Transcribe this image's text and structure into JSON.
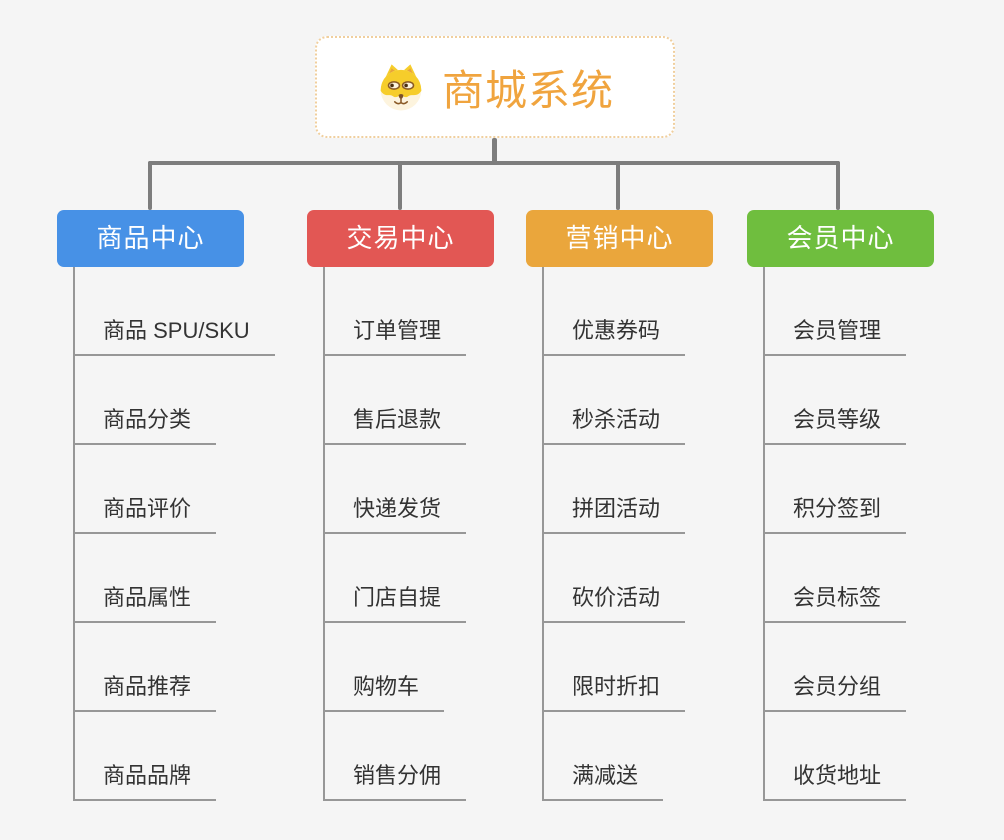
{
  "page": {
    "background": "#f5f5f5",
    "connector_color": "#7d7d7d",
    "child_line_color": "#979797",
    "child_text_color": "#333333"
  },
  "root": {
    "title": "商城系统",
    "icon": "dog-face-icon",
    "text_color": "#f0a43e",
    "border_color": "#f0cf9e",
    "background": "#ffffff"
  },
  "branches": [
    {
      "label": "商品中心",
      "color": "#4791e6",
      "text_color": "#ffffff",
      "children": [
        "商品 SPU/SKU",
        "商品分类",
        "商品评价",
        "商品属性",
        "商品推荐",
        "商品品牌"
      ]
    },
    {
      "label": "交易中心",
      "color": "#e25754",
      "text_color": "#ffffff",
      "children": [
        "订单管理",
        "售后退款",
        "快递发货",
        "门店自提",
        "购物车",
        "销售分佣"
      ]
    },
    {
      "label": "营销中心",
      "color": "#eaa63c",
      "text_color": "#ffffff",
      "children": [
        "优惠券码",
        "秒杀活动",
        "拼团活动",
        "砍价活动",
        "限时折扣",
        "满减送"
      ]
    },
    {
      "label": "会员中心",
      "color": "#6fbe3e",
      "text_color": "#ffffff",
      "children": [
        "会员管理",
        "会员等级",
        "积分签到",
        "会员标签",
        "会员分组",
        "收货地址"
      ]
    }
  ]
}
